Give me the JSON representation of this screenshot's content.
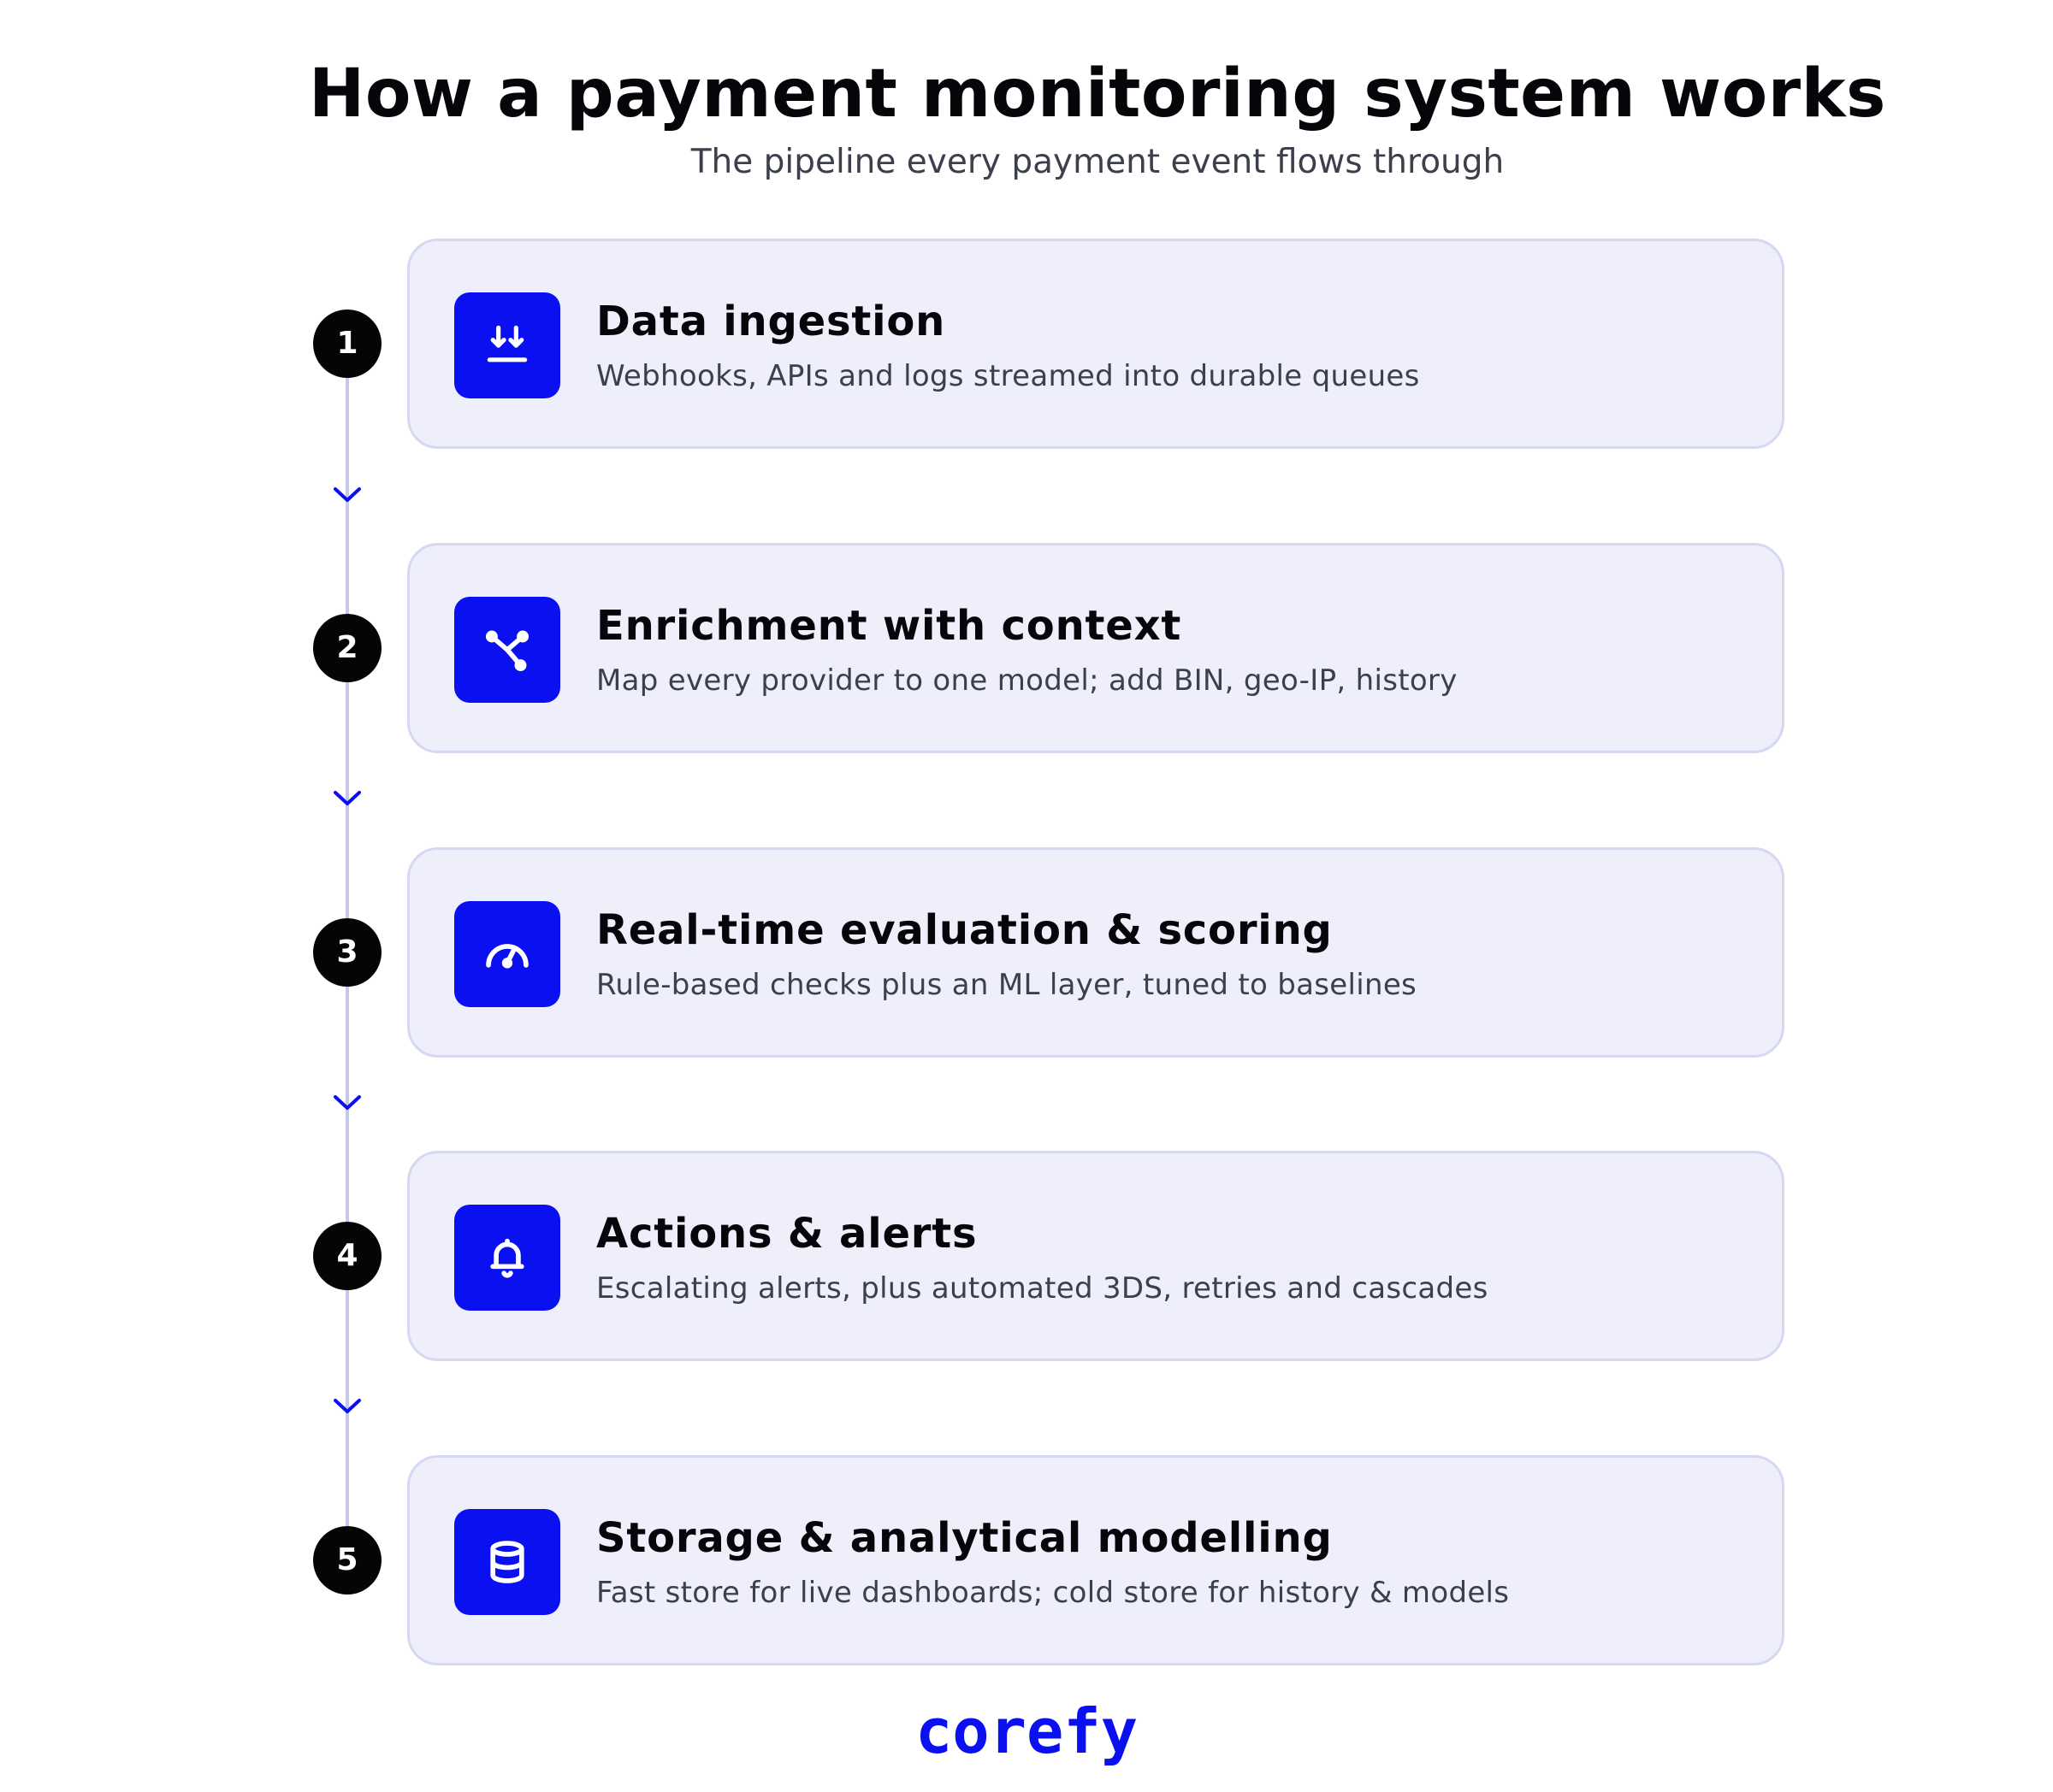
{
  "header": {
    "title": "How a payment monitoring system works",
    "subtitle": "The pipeline every payment event flows through"
  },
  "colors": {
    "accent": "#0a10f0",
    "card_background": "#eeeffb",
    "card_border": "#d6d8f1",
    "step_badge": "#050505",
    "timeline": "#c5c8ea"
  },
  "steps": [
    {
      "number": "1",
      "title": "Data ingestion",
      "description": "Webhooks, APIs and logs streamed into durable queues",
      "icon": "download-arrows-icon"
    },
    {
      "number": "2",
      "title": "Enrichment with context",
      "description": "Map every provider to one model; add BIN, geo-IP, history",
      "icon": "merge-nodes-icon"
    },
    {
      "number": "3",
      "title": "Real-time evaluation & scoring",
      "description": "Rule-based checks plus an ML layer, tuned to baselines",
      "icon": "speedometer-icon"
    },
    {
      "number": "4",
      "title": "Actions & alerts",
      "description": "Escalating alerts, plus automated 3DS, retries and cascades",
      "icon": "bell-icon"
    },
    {
      "number": "5",
      "title": "Storage & analytical modelling",
      "description": "Fast store for live dashboards; cold store for history & models",
      "icon": "database-icon"
    }
  ],
  "footer": {
    "brand": "corefy"
  }
}
